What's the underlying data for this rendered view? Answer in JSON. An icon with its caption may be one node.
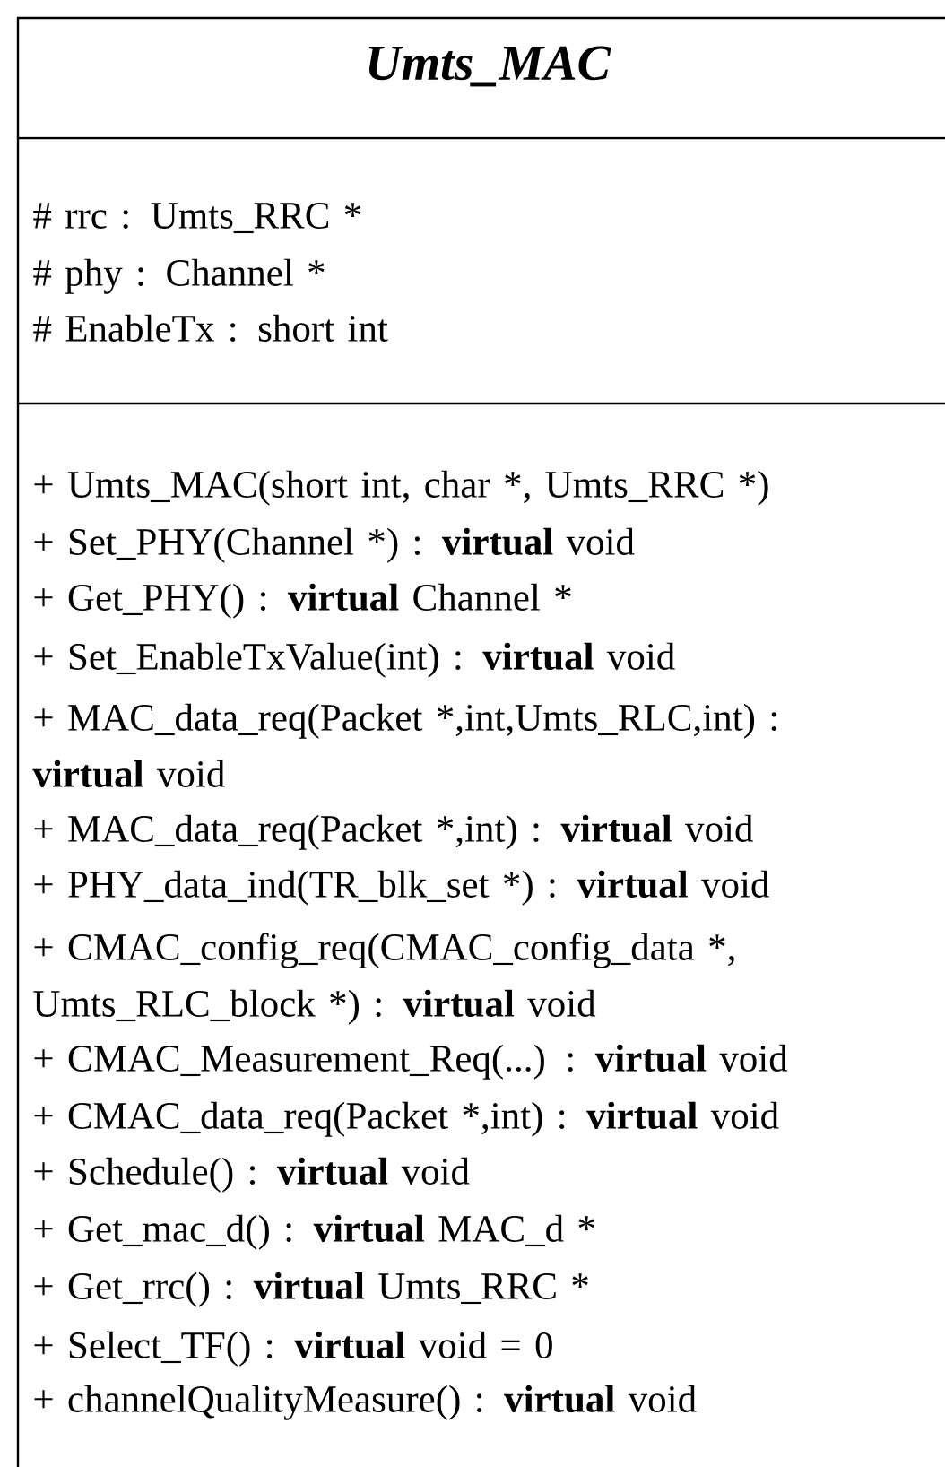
{
  "diagram": {
    "nodes": [
      {
        "text": [
          "Umts_MAC"
        ]
      },
      {
        "text": [
          "# rrc : Umts_RRC *",
          "# phy : Channel *",
          "# EnableTx : short int"
        ]
      },
      {
        "text": [
          "+ Umts_MAC(short int, char *, Umts_RRC *)",
          "+ Set_PHY(Channel *) : **virtual** void",
          "+ Get_PHY() : **virtual** Channel *",
          "+ Set_EnableTxValue(int) : **virtual** void",
          "+ MAC_data_req(Packet *,int,Umts_RLC,int) : **virtual** void",
          "+ MAC_data_req(Packet *,int) : **virtual** void",
          "+ PHY_data_ind(TR_blk_set *) : **virtual** void",
          "+ CMAC_config_req(CMAC_config_data *, Umts_RLC_block *) : **virtual** void",
          "+ CMAC_Measurement_Req(...) : **virtual** void",
          "+ CMAC_data_req(Packet *,int) : **virtual** void",
          "+ Schedule() : **virtual** void",
          "+ Get_mac_d() : **virtual** MAC_d *",
          "+ Get_rrc() : **virtual** Umts_RRC *",
          "+ Select_TF() : **virtual** void = 0",
          "+ channelQualityMeasure() : **virtual** void"
        ]
      }
    ],
    "edges": []
  }
}
